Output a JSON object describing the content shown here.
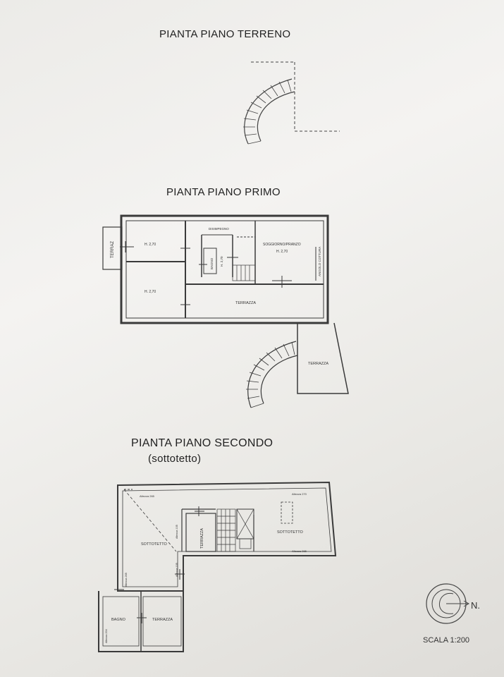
{
  "titles": {
    "ground_floor": "PIANTA PIANO TERRENO",
    "first_floor": "PIANTA PIANO PRIMO",
    "second_floor": "PIANTA PIANO SECONDO",
    "second_floor_sub": "(sottotetto)"
  },
  "first_floor_labels": {
    "terrazza_left": "TERRAZ",
    "room_top_left_h": "H. 2,70",
    "room_bottom_left_h": "H. 2,70",
    "disimpegno": "DISIMPEGNO",
    "bagno": "BAGNO",
    "bagno_h": "H. 2,70",
    "soggiorno": "SOGGIORNO/PRANZO",
    "soggiorno_h": "H. 2,70",
    "angolo_cottura": "ANGOLO COTTURA",
    "terrazza_center": "TERRAZZA",
    "terrazza_right": "TERRAZZA"
  },
  "second_floor_labels": {
    "sottotetto_left": "SOTTOTETTO",
    "sottotetto_right": "SOTTOTETTO",
    "terrazza_mid": "TERRAZZA",
    "bagno": "BAGNO",
    "terrazza_bottom": "TERRAZZA",
    "altezza_265": "Altezza 265",
    "altezza_270": "Altezza 270",
    "altezza_105": "Altezza 105",
    "altezza_105b": "Altezza 105",
    "altezza_265b": "Altezza 265",
    "altezza_204": "Altezza 204",
    "altezza_265c": "Altezza 265"
  },
  "footer": {
    "north": "N.",
    "scale": "SCALA 1:200"
  }
}
